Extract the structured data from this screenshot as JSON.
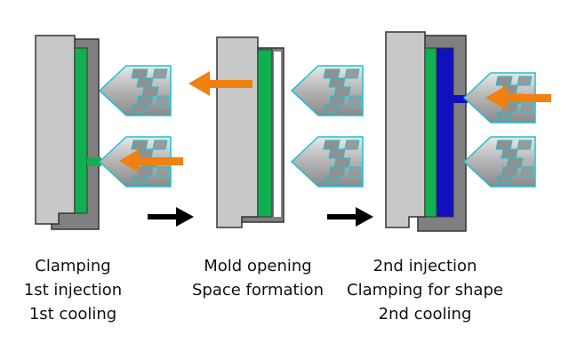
{
  "colors": {
    "fixed_mold": "#c8c8c8",
    "moving_mold": "#808080",
    "first_material": "#10b050",
    "second_material": "#1010c0",
    "nozzle_body": "#b0b0b0",
    "nozzle_outline": "#20c0d0",
    "injection_arrow": "#f08010",
    "step_arrow": "#000000"
  },
  "icons": [
    "mold-assembly-icon",
    "injection-nozzle-icon",
    "flow-arrow-icon",
    "step-arrow-icon"
  ],
  "steps": [
    {
      "lines": [
        "Clamping",
        "1st injection",
        "1st cooling"
      ]
    },
    {
      "lines": [
        "Mold opening",
        "Space formation"
      ]
    },
    {
      "lines": [
        "2nd injection",
        "Clamping for shape",
        "2nd cooling"
      ]
    }
  ]
}
